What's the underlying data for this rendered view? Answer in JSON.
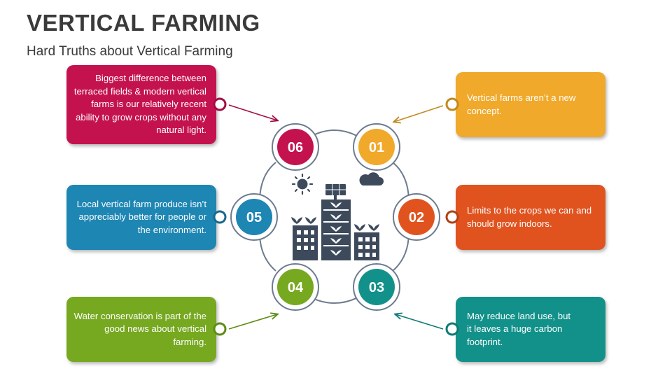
{
  "header": {
    "title": "VERTICAL FARMING",
    "subtitle": "Hard Truths about Vertical Farming"
  },
  "items": [
    {
      "number": "01",
      "text": "Vertical farms aren’t a new concept.",
      "color": "#F0A92B"
    },
    {
      "number": "02",
      "text": "Limits to the crops we can and should grow indoors.",
      "color": "#E0531F"
    },
    {
      "number": "03",
      "text": "May reduce land use, but it leaves a huge carbon footprint.",
      "color": "#12918A"
    },
    {
      "number": "04",
      "text": "Water conservation is part of the good news about vertical farming.",
      "color": "#76A820"
    },
    {
      "number": "05",
      "text": "Local vertical farm produce isn’t appreciably better for people or the environment.",
      "color": "#1E86B3"
    },
    {
      "number": "06",
      "text": "Biggest difference between terraced fields & modern vertical farms is our relatively recent ability to grow crops without any natural light.",
      "color": "#C4124F"
    }
  ],
  "icons": {
    "sun": "sun-icon",
    "cloud": "cloud-icon",
    "center": "vertical-farm-buildings-icon"
  }
}
